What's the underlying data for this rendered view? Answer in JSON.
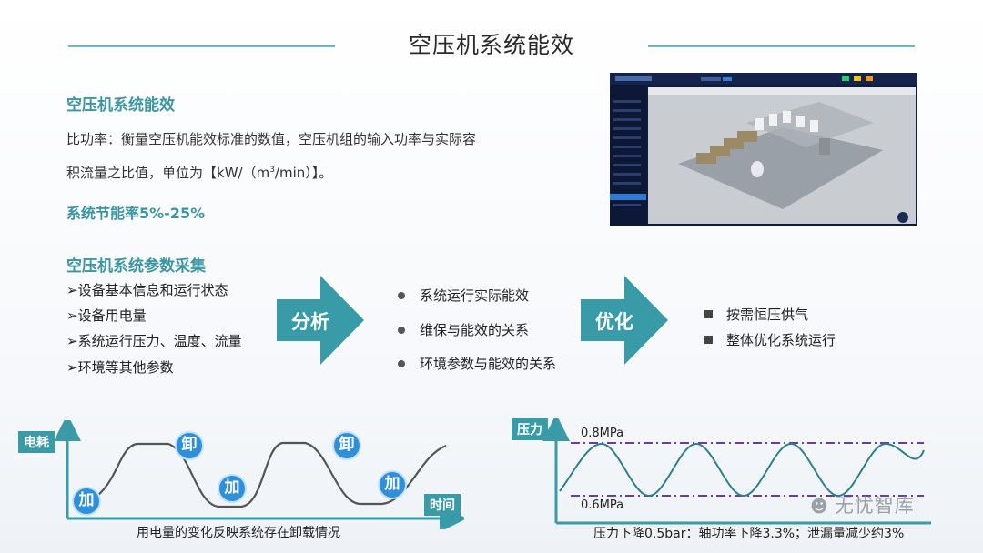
{
  "header": {
    "title": "空压机系统能效"
  },
  "efficiency": {
    "heading": "空压机系统能效",
    "line1": "比功率：衡量空压机能效标准的数值，空压机组的输入功率与实际容",
    "line2_pre": "积流量之比值，单位为【kW/（m",
    "line2_sup": "3",
    "line2_post": "/min）】。",
    "savings": "系统节能率5%-25%"
  },
  "collection": {
    "heading": "空压机系统参数采集",
    "items": [
      "➢设备基本信息和运行状态",
      "➢设备用电量",
      "➢系统运行压力、温度、流量",
      "➢环境等其他参数"
    ]
  },
  "flow": {
    "arrow1_label": "分析",
    "analysis_items": [
      "系统运行实际能效",
      "维保与能效的关系",
      "环境参数与能效的关系"
    ],
    "arrow2_label": "优化",
    "optimize_items": [
      "按需恒压供气",
      "整体优化系统运行"
    ]
  },
  "chart_data": [
    {
      "type": "line",
      "ylabel": "电耗",
      "xlabel": "时间",
      "caption": "用电量的变化反映系统存在卸载情况",
      "annotations": [
        "加",
        "卸",
        "加",
        "卸",
        "加"
      ]
    },
    {
      "type": "line",
      "ylabel": "压力",
      "upper_label": "0.8MPa",
      "lower_label": "0.6MPa",
      "caption": "压力下降0.5bar：轴功率下降3.3%；泄漏量减少约3%"
    }
  ],
  "watermark": "无忧智库",
  "colors": {
    "accent": "#3c95a0",
    "arrow": "#3a9ba8",
    "badge": "#2f8fd8",
    "dash": "#6a3d9a"
  }
}
